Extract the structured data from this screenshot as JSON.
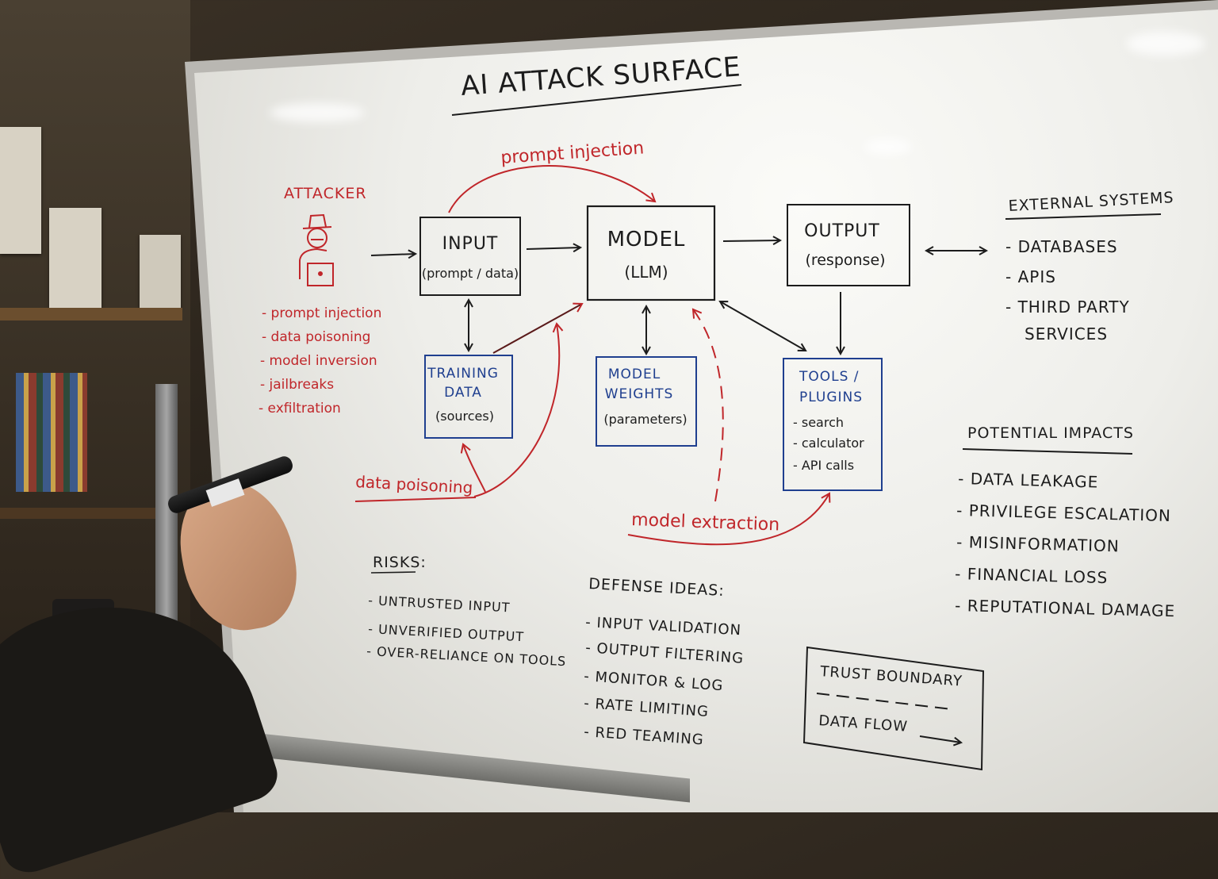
{
  "title": "AI ATTACK SURFACE",
  "attacker": {
    "label": "ATTACKER",
    "items": [
      "- prompt injection",
      "- data poisoning",
      "- model inversion",
      "- jailbreaks",
      "- exfiltration"
    ]
  },
  "boxes": {
    "input": {
      "title": "INPUT",
      "sub": "(prompt / data)"
    },
    "model": {
      "title": "MODEL",
      "sub": "(LLM)"
    },
    "output": {
      "title": "OUTPUT",
      "sub": "(response)"
    },
    "training": {
      "line1": "TRAINING",
      "line2": "DATA",
      "sub": "(sources)"
    },
    "weights": {
      "line1": "MODEL",
      "line2": "WEIGHTS",
      "sub": "(parameters)"
    },
    "tools": {
      "line1": "TOOLS /",
      "line2": "PLUGINS",
      "items": [
        "- search",
        "- calculator",
        "- API calls"
      ]
    }
  },
  "attack_labels": {
    "prompt_injection": "prompt injection",
    "data_poisoning": "data poisoning",
    "model_extraction": "model extraction"
  },
  "external": {
    "heading": "EXTERNAL SYSTEMS",
    "items": [
      "- DATABASES",
      "- APIS",
      "- THIRD PARTY",
      "SERVICES"
    ]
  },
  "impacts": {
    "heading": "POTENTIAL IMPACTS",
    "items": [
      "- DATA LEAKAGE",
      "- PRIVILEGE ESCALATION",
      "- MISINFORMATION",
      "- FINANCIAL LOSS",
      "- REPUTATIONAL DAMAGE"
    ]
  },
  "risks": {
    "heading": "RISKS:",
    "items": [
      "- UNTRUSTED INPUT",
      "- UNVERIFIED OUTPUT",
      "- OVER-RELIANCE ON TOOLS"
    ]
  },
  "defense": {
    "heading": "DEFENSE IDEAS:",
    "items": [
      "- INPUT VALIDATION",
      "- OUTPUT FILTERING",
      "- MONITOR & LOG",
      "- RATE LIMITING",
      "- RED TEAMING"
    ]
  },
  "legend": {
    "trust": "TRUST BOUNDARY",
    "flow": "DATA FLOW"
  },
  "colors": {
    "ink_black": "#1c1c1c",
    "ink_red": "#c0262a",
    "ink_blue": "#1f3f8f"
  }
}
